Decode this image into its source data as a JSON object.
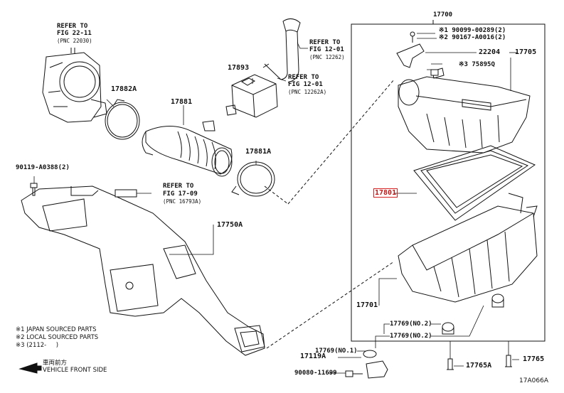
{
  "group_title": "17700",
  "refs": {
    "fig22": {
      "line1": "REFER TO",
      "line2": "FIG 22-11",
      "line3": "(PNC 22030)"
    },
    "fig12a": {
      "line1": "REFER TO",
      "line2": "FIG 12-01",
      "line3": "(PNC 12262)"
    },
    "fig12b": {
      "line1": "REFER TO",
      "line2": "FIG 12-01",
      "line3": "(PNC 12262A)"
    },
    "fig17": {
      "line1": "REFER TO",
      "line2": "FIG 17-09",
      "line3": "(PNC 16793A)"
    }
  },
  "parts": {
    "p17882A": "17882A",
    "p17881": "17881",
    "p17893": "17893",
    "p17881A": "17881A",
    "p90119": "90119-A0388(2)",
    "p17750A": "17750A",
    "p90099": "※1 90099-00289(2)",
    "p90167": "※2 90167-A0016(2)",
    "p22204": "22204",
    "p17705": "17705",
    "p75895Q": "※3 75895Q",
    "p17801": "17801",
    "p17701": "17701",
    "p17769_no2a": "17769(NO.2)",
    "p17769_no2b": "17769(NO.2)",
    "p17119A": "17119A",
    "p17769_no1": "17769(NO.1)",
    "p90080": "90080-11699",
    "p17765A": "17765A",
    "p17765": "17765"
  },
  "notes": [
    "※1 JAPAN SOURCED PARTS",
    "※2 LOCAL SOURCED PARTS",
    "※3 (2112-     )"
  ],
  "front": {
    "jp": "車両前方",
    "en": "VEHICLE FRONT SIDE"
  },
  "diagram_code": "17A066A"
}
